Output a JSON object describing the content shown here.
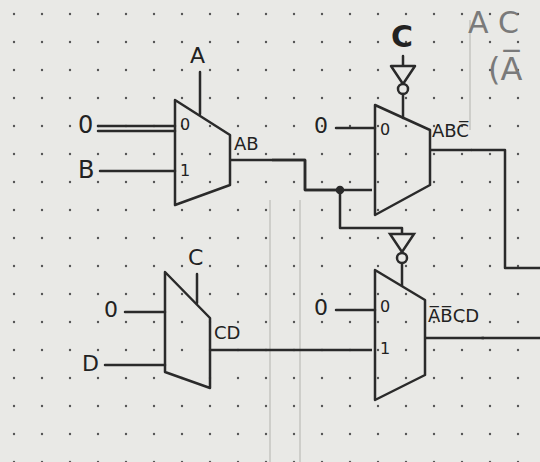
{
  "diagram": {
    "nodes": [
      {
        "text": [
          "0",
          "1",
          "AB"
        ]
      },
      {
        "text": [
          "0",
          "ABC̅"
        ]
      },
      {
        "text": [
          "CD"
        ]
      },
      {
        "text": [
          "0",
          "1",
          "A̅B̅CD"
        ]
      }
    ],
    "edges": [
      {
        "from": 0,
        "to": 1,
        "arrow": "none"
      },
      {
        "from": 0,
        "to": 3,
        "arrow": "none"
      },
      {
        "from": 2,
        "to": 3,
        "arrow": "none"
      }
    ],
    "labels": [
      "A",
      "0",
      "B",
      "C",
      "0",
      "A C",
      "(A̅",
      "C",
      "0",
      "D",
      "0"
    ]
  }
}
